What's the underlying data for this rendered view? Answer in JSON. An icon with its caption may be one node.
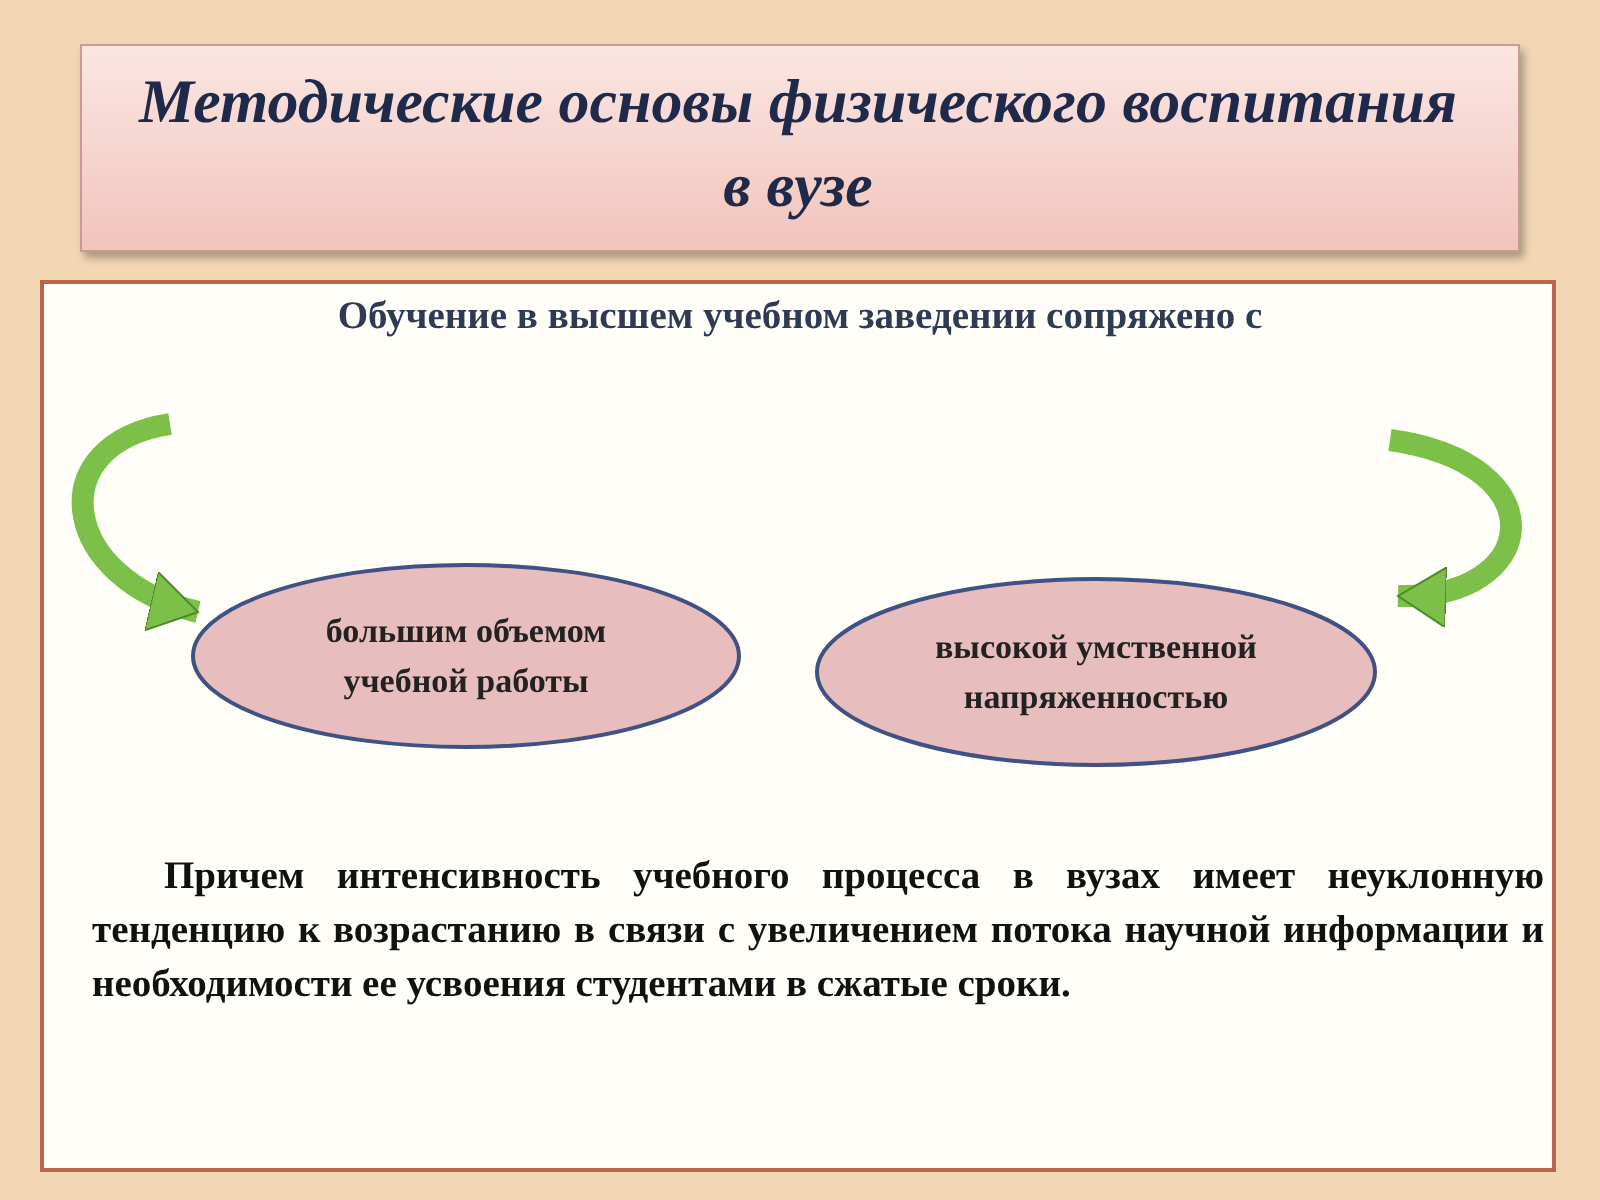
{
  "diagram": {
    "title": "Методические основы физического воспитания в вузе",
    "nodes": [
      {
        "text": [
          "большим объемом учебной работы"
        ]
      },
      {
        "text": [
          "высокой умственной напряженностью"
        ]
      }
    ],
    "edges": [
      {
        "from": null,
        "to": 0,
        "arrow": "to"
      },
      {
        "from": null,
        "to": 1,
        "arrow": "to"
      }
    ],
    "labels": [
      "Обучение в высшем учебном заведении сопряжено с",
      "Причем интенсивность учебного процесса в вузах имеет неуклонную тенденцию к возрастанию в связи с увеличением потока научной информации и необходимости ее усвоения студентами в сжатые сроки."
    ]
  }
}
